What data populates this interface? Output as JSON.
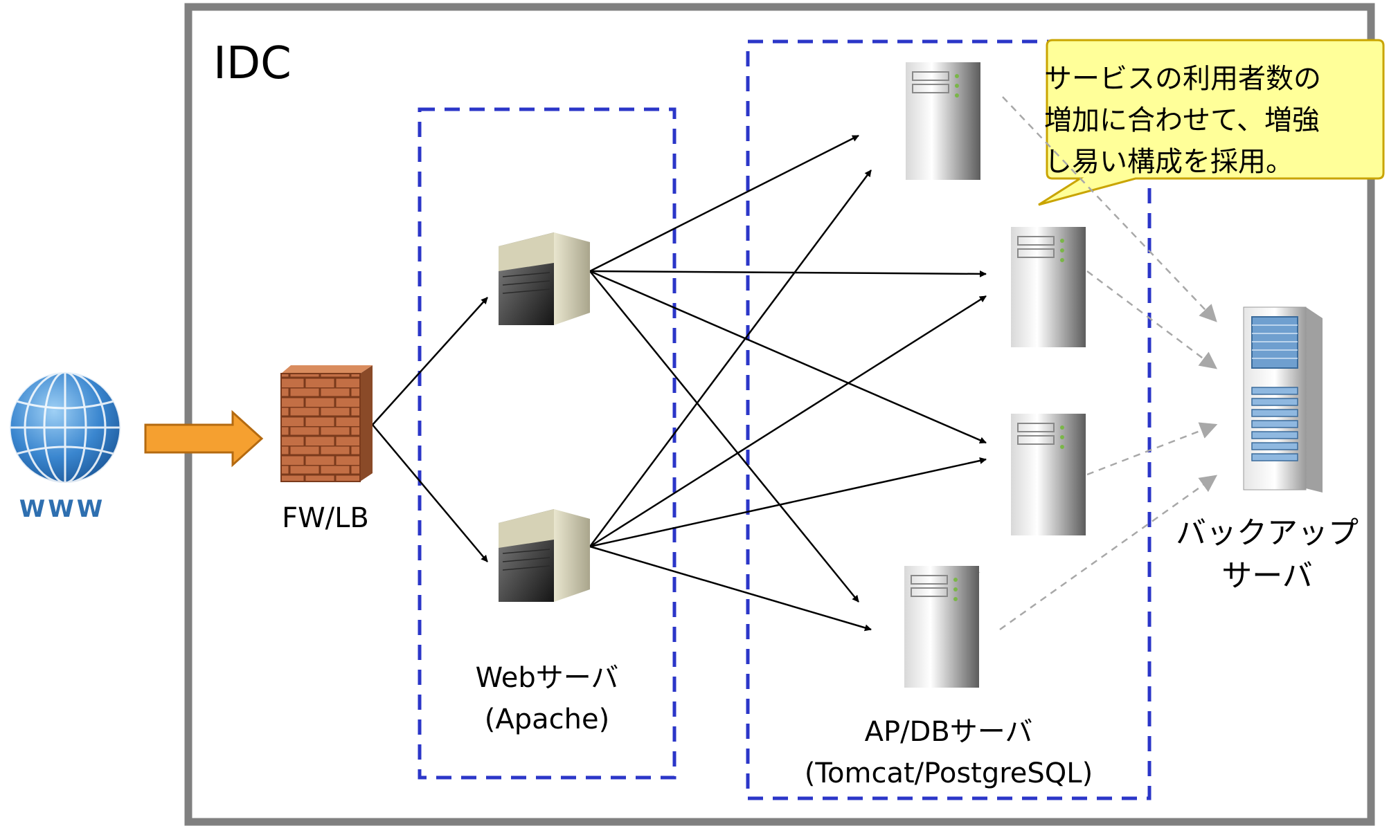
{
  "idc_label": "IDC",
  "internet": {
    "label": "WWW",
    "icon": "globe-icon"
  },
  "firewall": {
    "label": "FW/LB",
    "icon": "brick-firewall-icon"
  },
  "web_servers": {
    "line1": "Webサーバ",
    "line2": "(Apache)",
    "count": 2,
    "icon": "web-server-icon"
  },
  "ap_db_servers": {
    "line1": "AP/DBサーバ",
    "line2": "(Tomcat/PostgreSQL)",
    "count": 4,
    "icon": "tower-server-icon"
  },
  "backup_server": {
    "line1": "バックアップ",
    "line2": "サーバ",
    "icon": "rack-server-icon"
  },
  "callout": {
    "line1": "サービスの利用者数の",
    "line2": "増加に合わせて、増強",
    "line3": "し易い構成を採用。"
  },
  "colors": {
    "frame": "#808080",
    "group_dashes": "#2b36c8",
    "callout_fill": "#ffff99",
    "callout_border": "#c9a400",
    "entry_arrow": "#f5a030",
    "backup_arrows": "#a0a0a0"
  }
}
